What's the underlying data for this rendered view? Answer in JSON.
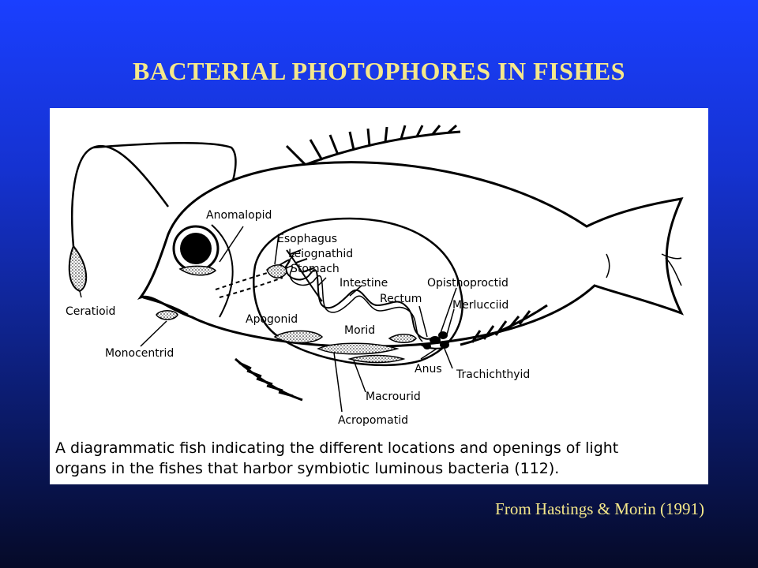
{
  "slide": {
    "title": "BACTERIAL PHOTOPHORES IN FISHES",
    "credit": "From Hastings & Morin (1991)"
  },
  "figure": {
    "labels": {
      "anomalopid": "Anomalopid",
      "esophagus": "Esophagus",
      "leiognathid": "Leiognathid",
      "stomach": "Stomach",
      "intestine": "Intestine",
      "opisthoproctid": "Opisthoproctid",
      "rectum": "Rectum",
      "merlucciid": "Merlucciid",
      "apogonid": "Apogonid",
      "morid": "Morid",
      "ceratioid": "Ceratioid",
      "monocentrid": "Monocentrid",
      "anus": "Anus",
      "trachichthyid": "Trachichthyid",
      "macrourid": "Macrourid",
      "acropomatid": "Acropomatid"
    },
    "caption_line1": "A diagrammatic fish indicating the different locations and openings of light",
    "caption_line2": "organs in the fishes that harbor symbiotic luminous bacteria (112)."
  }
}
